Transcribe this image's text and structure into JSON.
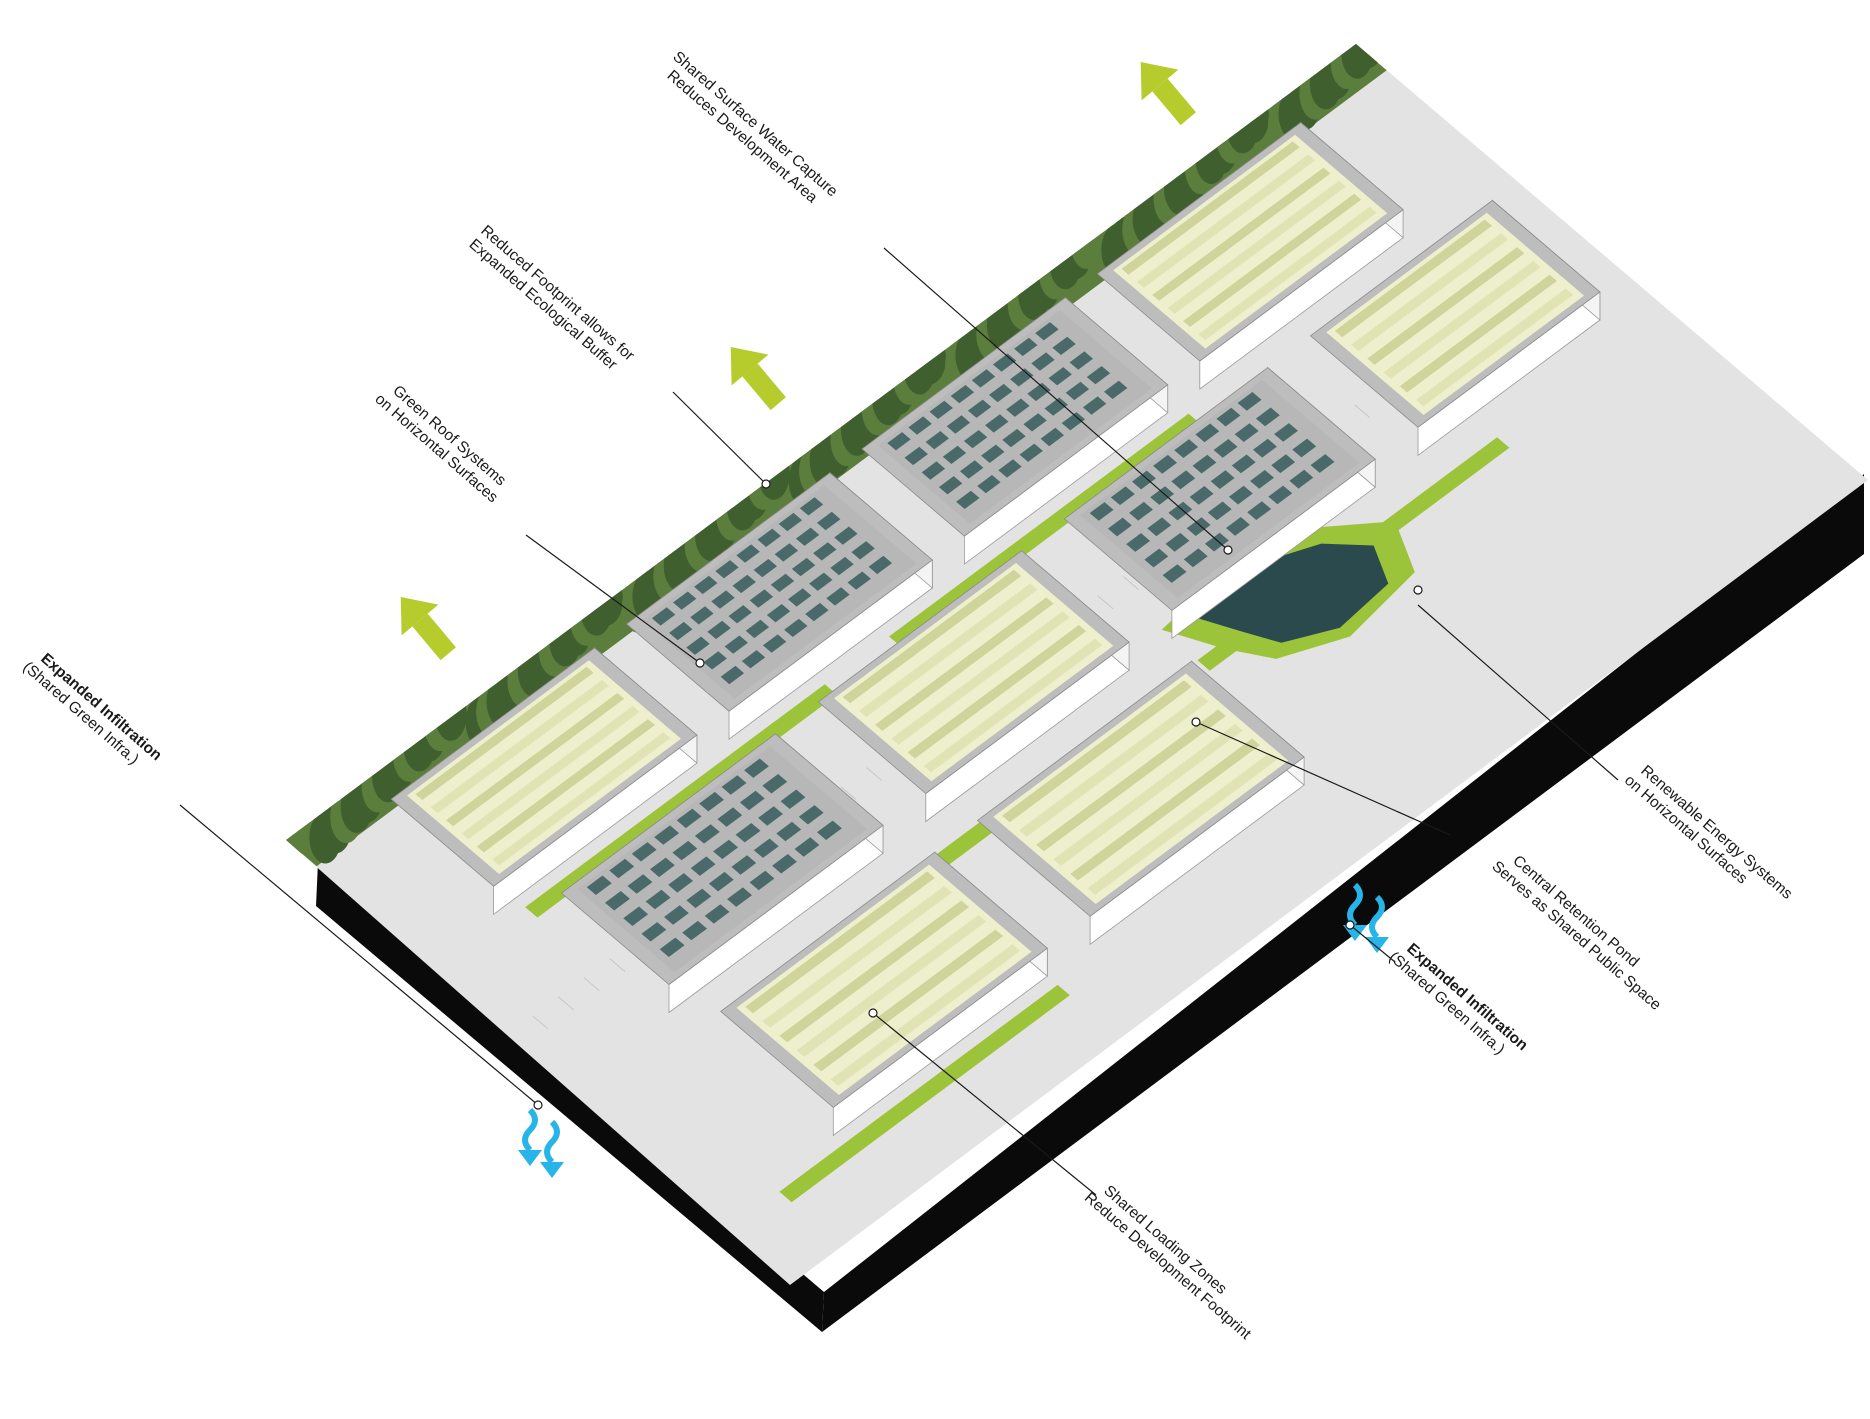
{
  "colors": {
    "slab": "#0a0a0a",
    "ground": "#e3e3e3",
    "ground_light": "#eeeeee",
    "roof_rim": "#bdbdbd",
    "roof_solar": "#b7b7b7",
    "panel": "#4a6a6a",
    "green_roof_light": "#eef0cd",
    "green_roof_dark": "#cfd49a",
    "grass": "#9cc43a",
    "tree_dark": "#3f5f2e",
    "tree_mid": "#5c7e3c",
    "pond": "#2a4a4e",
    "arrow_green": "#b6cc2c",
    "water_arrow": "#27b4e8",
    "leader": "#1a1a1a"
  },
  "annotations": {
    "water_capture": {
      "line1": "Shared Surface Water Capture",
      "line2": "Reduces Development Area"
    },
    "reduced_footprint": {
      "line1": "Reduced Footprint allows for",
      "line2": "Expanded Ecological Buffer"
    },
    "green_roof": {
      "line1": "Green Roof Systems",
      "line2": "on Horizontal Surfaces"
    },
    "infiltration_left": {
      "line1": "Expanded Infiltration",
      "line2": "(Shared Green Infra.)"
    },
    "renewable": {
      "line1": "Renewable Energy Systems",
      "line2": "on Horizontal Surfaces"
    },
    "retention_pond": {
      "line1": "Central Retention Pond",
      "line2": "Serves as Shared Public Space"
    },
    "infiltration_right": {
      "line1": "Expanded Infiltration",
      "line2": "(Shared Green Infra.)"
    },
    "loading_zones": {
      "line1": "Shared Loading Zones",
      "line2": "Reduce Development Footprint"
    }
  },
  "icons": {
    "green_arrows": "north-west-migration-arrow",
    "blue_arrows": "infiltration-wave-arrow"
  },
  "buildings": [
    {
      "id": "A",
      "roof": "green-roof"
    },
    {
      "id": "B",
      "roof": "solar-roof"
    },
    {
      "id": "C",
      "roof": "solar-roof"
    },
    {
      "id": "D",
      "roof": "green-roof"
    },
    {
      "id": "E",
      "roof": "solar-roof"
    },
    {
      "id": "F",
      "roof": "green-roof"
    },
    {
      "id": "G",
      "roof": "solar-roof"
    },
    {
      "id": "H",
      "roof": "green-roof"
    },
    {
      "id": "I",
      "roof": "green-roof"
    },
    {
      "id": "J",
      "roof": "green-roof"
    }
  ]
}
